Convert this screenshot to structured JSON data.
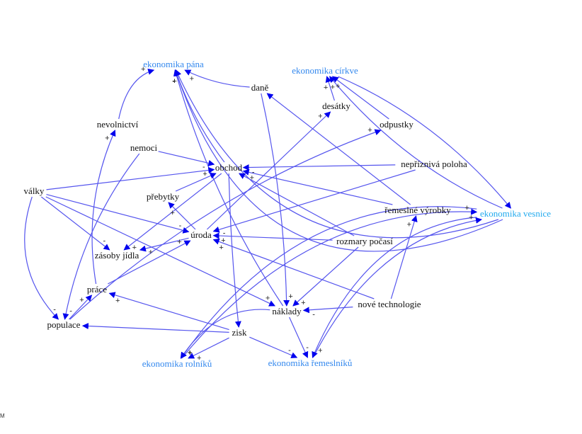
{
  "colors": {
    "edge": "#5555ee",
    "arrowhead": "#0000ee",
    "node_default": "#111111",
    "node_economy": "#3388ee",
    "node_village": "#22aaee",
    "sign": "#222222"
  },
  "corner_mark": "M",
  "nodes": [
    {
      "id": "ekonomika_pana",
      "label": "ekonomika pána",
      "kind": "economy"
    },
    {
      "id": "ekonomika_cirkve",
      "label": "ekonomika církve",
      "kind": "economy"
    },
    {
      "id": "dane",
      "label": "daně",
      "kind": "default"
    },
    {
      "id": "desatky",
      "label": "desátky",
      "kind": "default"
    },
    {
      "id": "odpustky",
      "label": "odpustky",
      "kind": "default"
    },
    {
      "id": "nevolnictvi",
      "label": "nevolnictví",
      "kind": "default"
    },
    {
      "id": "nemoci",
      "label": "nemoci",
      "kind": "default"
    },
    {
      "id": "obchod",
      "label": "obchod",
      "kind": "default"
    },
    {
      "id": "nepriznivo_poloha",
      "label": "nepříznivá poloha",
      "kind": "default"
    },
    {
      "id": "valky",
      "label": "války",
      "kind": "default"
    },
    {
      "id": "prebytky",
      "label": "přebytky",
      "kind": "default"
    },
    {
      "id": "remeslne_vyrobky",
      "label": "řemeslné výrobky",
      "kind": "default"
    },
    {
      "id": "ekonomika_vesnice",
      "label": "ekonomika vesnice",
      "kind": "village"
    },
    {
      "id": "uroda",
      "label": "úroda",
      "kind": "default"
    },
    {
      "id": "zasoby_jidla",
      "label": "zásoby jídla",
      "kind": "default"
    },
    {
      "id": "rozmary_pocasi",
      "label": "rozmary počasí",
      "kind": "default"
    },
    {
      "id": "prace",
      "label": "práce",
      "kind": "default"
    },
    {
      "id": "nove_technologie",
      "label": "nové technologie",
      "kind": "default"
    },
    {
      "id": "naklady",
      "label": "náklady",
      "kind": "default"
    },
    {
      "id": "populace",
      "label": "populace",
      "kind": "default"
    },
    {
      "id": "zisk",
      "label": "zisk",
      "kind": "default"
    },
    {
      "id": "ekonomika_rolniku",
      "label": "ekonomika rolníků",
      "kind": "economy"
    },
    {
      "id": "ekonomika_remeslniku",
      "label": "ekonomika řemeslníků",
      "kind": "economy"
    }
  ],
  "edges": [
    {
      "from": "nevolnictvi",
      "to": "ekonomika_pana",
      "sign": "+"
    },
    {
      "from": "dane",
      "to": "ekonomika_pana",
      "sign": "+"
    },
    {
      "from": "obchod",
      "to": "ekonomika_pana",
      "sign": "+"
    },
    {
      "from": "naklady",
      "to": "ekonomika_pana",
      "sign": "-"
    },
    {
      "from": "ekonomika_vesnice",
      "to": "ekonomika_pana",
      "sign": "+"
    },
    {
      "from": "ekonomika_vesnice",
      "to": "ekonomika_pana",
      "sign": ""
    },
    {
      "from": "desatky",
      "to": "ekonomika_cirkve",
      "sign": "+"
    },
    {
      "from": "odpustky",
      "to": "ekonomika_cirkve",
      "sign": "+"
    },
    {
      "from": "ekonomika_vesnice",
      "to": "ekonomika_cirkve",
      "sign": "+"
    },
    {
      "from": "ekonomika_cirkve",
      "to": "ekonomika_vesnice",
      "sign": ""
    },
    {
      "from": "uroda",
      "to": "desatky",
      "sign": "+"
    },
    {
      "from": "populace",
      "to": "odpustky",
      "sign": "+"
    },
    {
      "from": "remeslne_vyrobky",
      "to": "dane",
      "sign": ""
    },
    {
      "from": "dane",
      "to": "naklady",
      "sign": "+"
    },
    {
      "from": "prace",
      "to": "nevolnictvi",
      "sign": "+"
    },
    {
      "from": "nemoci",
      "to": "obchod",
      "sign": ""
    },
    {
      "from": "valky",
      "to": "obchod",
      "sign": "-"
    },
    {
      "from": "prebytky",
      "to": "obchod",
      "sign": "+"
    },
    {
      "from": "nepriznivo_poloha",
      "to": "obchod",
      "sign": "-"
    },
    {
      "from": "remeslne_vyrobky",
      "to": "obchod",
      "sign": "+"
    },
    {
      "from": "rozmary_pocasi",
      "to": "obchod",
      "sign": ""
    },
    {
      "from": "obchod",
      "to": "zasoby_jidla",
      "sign": "+"
    },
    {
      "from": "obchod",
      "to": "zisk",
      "sign": ""
    },
    {
      "from": "nemoci",
      "to": "populace",
      "sign": "-"
    },
    {
      "from": "valky",
      "to": "uroda",
      "sign": "-"
    },
    {
      "from": "valky",
      "to": "zasoby_jidla",
      "sign": "-"
    },
    {
      "from": "valky",
      "to": "naklady",
      "sign": "+"
    },
    {
      "from": "valky",
      "to": "populace",
      "sign": "-"
    },
    {
      "from": "uroda",
      "to": "prebytky",
      "sign": "+"
    },
    {
      "from": "uroda",
      "to": "zasoby_jidla",
      "sign": "+"
    },
    {
      "from": "nepriznivo_poloha",
      "to": "uroda",
      "sign": "-"
    },
    {
      "from": "rozmary_pocasi",
      "to": "uroda",
      "sign": "+"
    },
    {
      "from": "nove_technologie",
      "to": "uroda",
      "sign": "+"
    },
    {
      "from": "prace",
      "to": "uroda",
      "sign": "+"
    },
    {
      "from": "rozmary_pocasi",
      "to": "naklady",
      "sign": "+"
    },
    {
      "from": "nove_technologie",
      "to": "naklady",
      "sign": "-"
    },
    {
      "from": "nove_technologie",
      "to": "remeslne_vyrobky",
      "sign": "+"
    },
    {
      "from": "populace",
      "to": "prace",
      "sign": "+"
    },
    {
      "from": "zisk",
      "to": "prace",
      "sign": "+"
    },
    {
      "from": "zisk",
      "to": "populace",
      "sign": ""
    },
    {
      "from": "zisk",
      "to": "ekonomika_rolniku",
      "sign": "+"
    },
    {
      "from": "zisk",
      "to": "ekonomika_remeslniku",
      "sign": "-"
    },
    {
      "from": "naklady",
      "to": "ekonomika_remeslniku",
      "sign": "-"
    },
    {
      "from": "naklady",
      "to": "ekonomika_rolniku",
      "sign": "+"
    },
    {
      "from": "ekonomika_rolniku",
      "to": "ekonomika_vesnice",
      "sign": "+"
    },
    {
      "from": "ekonomika_remeslniku",
      "to": "ekonomika_vesnice",
      "sign": "+"
    },
    {
      "from": "ekonomika_vesnice",
      "to": "ekonomika_rolniku",
      "sign": "+"
    },
    {
      "from": "ekonomika_vesnice",
      "to": "ekonomika_remeslniku",
      "sign": "+"
    }
  ]
}
